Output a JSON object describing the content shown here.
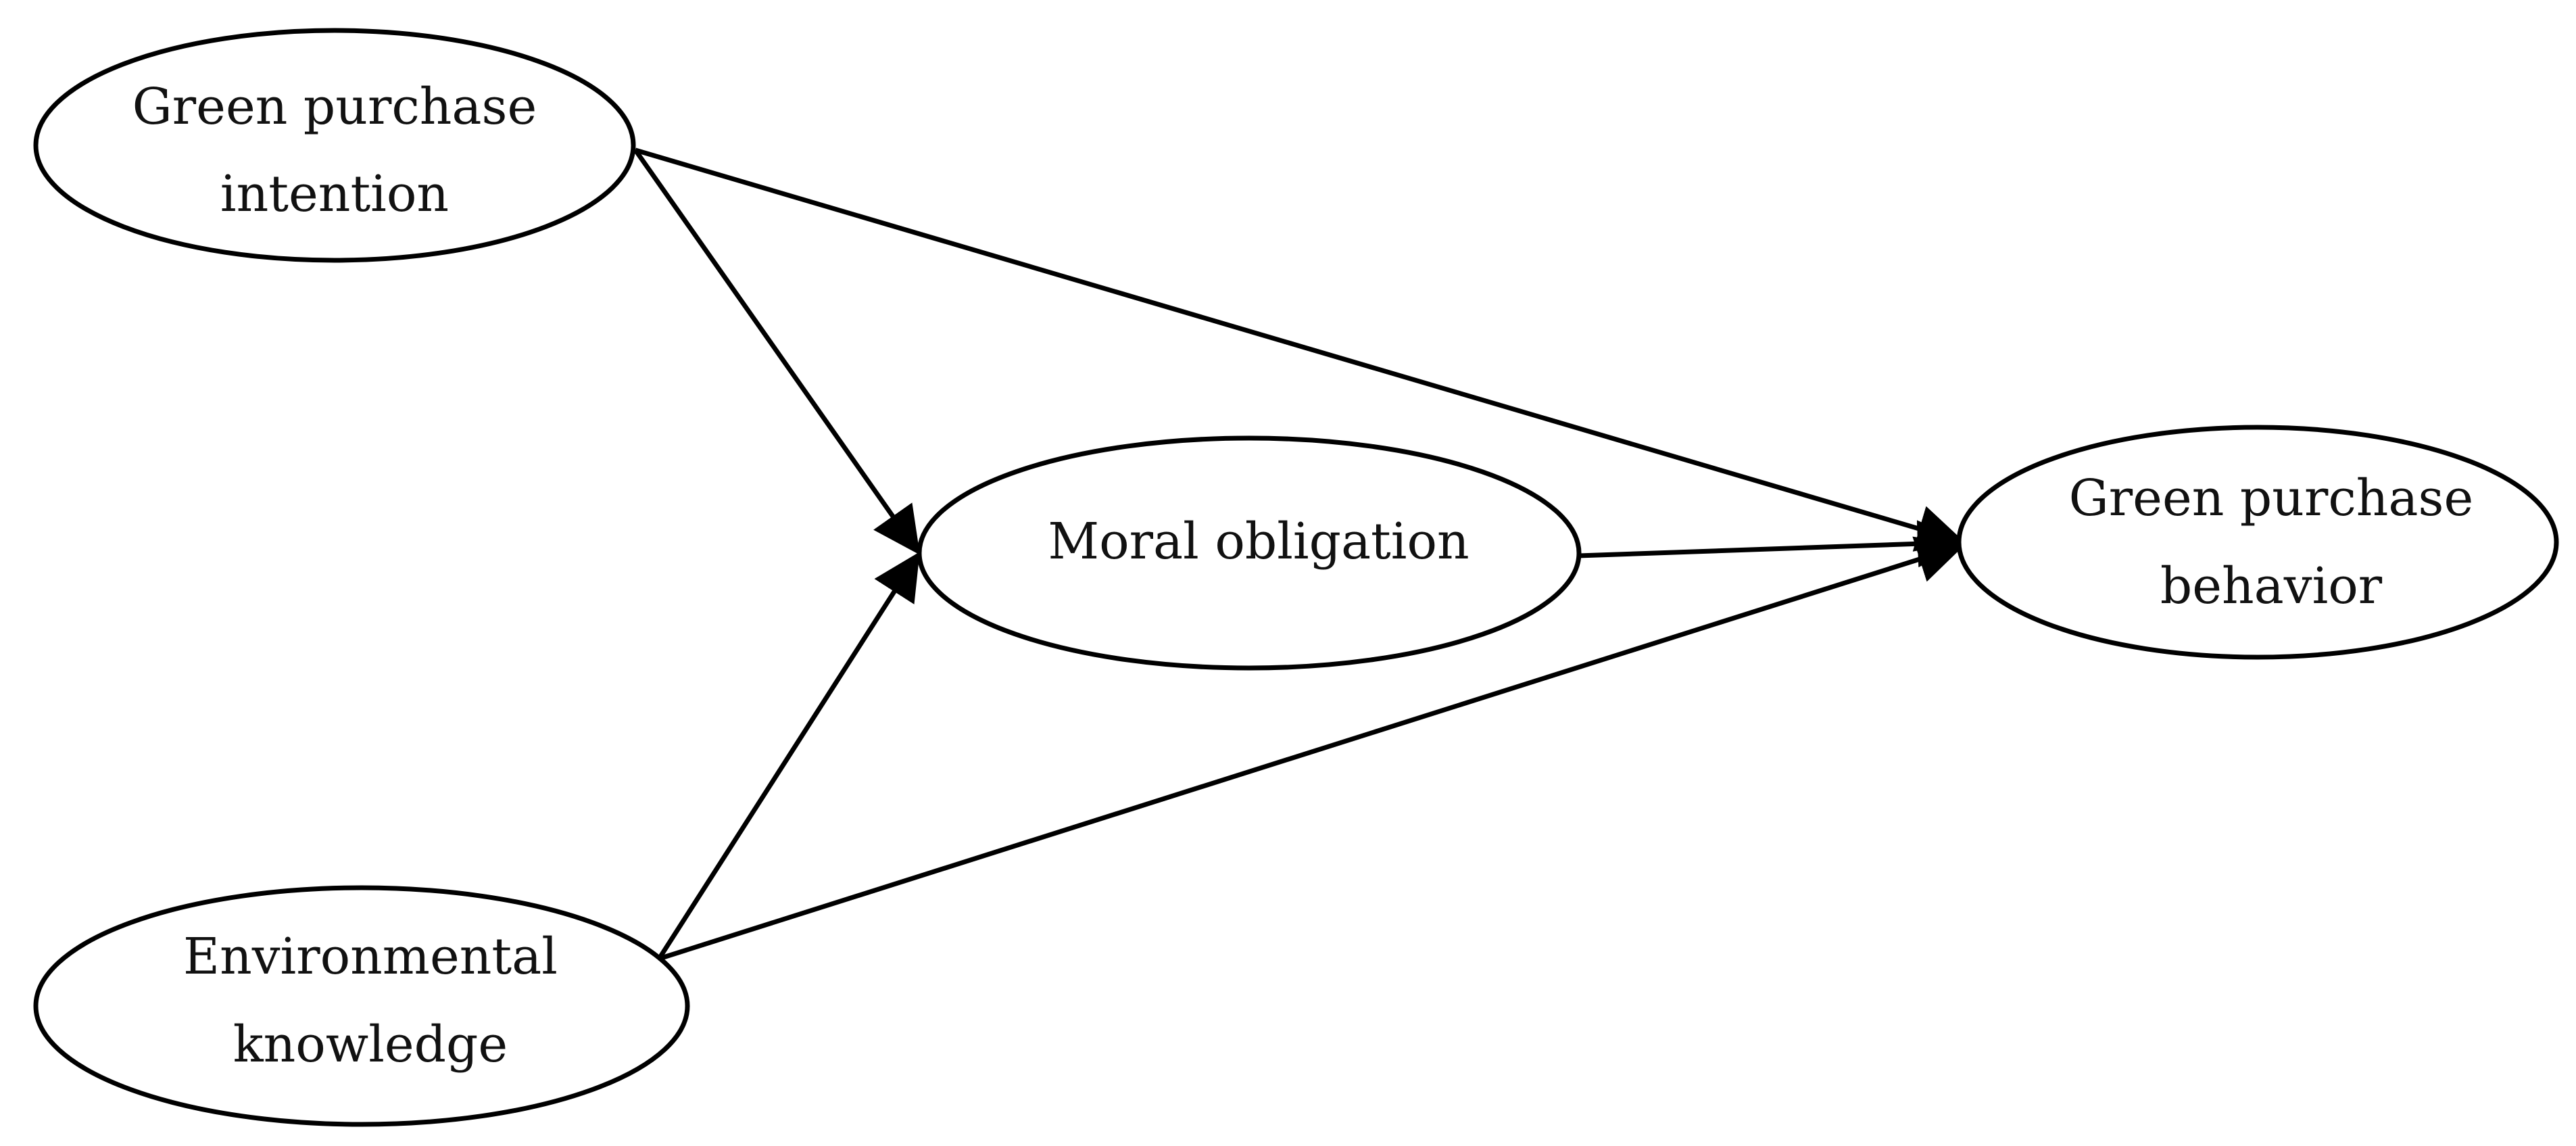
{
  "nodes": {
    "green_purchase_intention": {
      "line1": "Green purchase",
      "line2": "intention"
    },
    "environmental_knowledge": {
      "line1": "Environmental",
      "line2": "knowledge"
    },
    "moral_obligation": {
      "label": "Moral obligation"
    },
    "green_purchase_behavior": {
      "line1": "Green purchase",
      "line2": "behavior"
    }
  },
  "edges": [
    {
      "from": "Green purchase intention",
      "to": "Moral obligation"
    },
    {
      "from": "Green purchase intention",
      "to": "Green purchase behavior"
    },
    {
      "from": "Environmental knowledge",
      "to": "Moral obligation"
    },
    {
      "from": "Environmental knowledge",
      "to": "Green purchase behavior"
    },
    {
      "from": "Moral obligation",
      "to": "Green purchase behavior"
    }
  ],
  "colors": {
    "stroke": "#000000",
    "background": "#ffffff",
    "text": "#111111"
  }
}
